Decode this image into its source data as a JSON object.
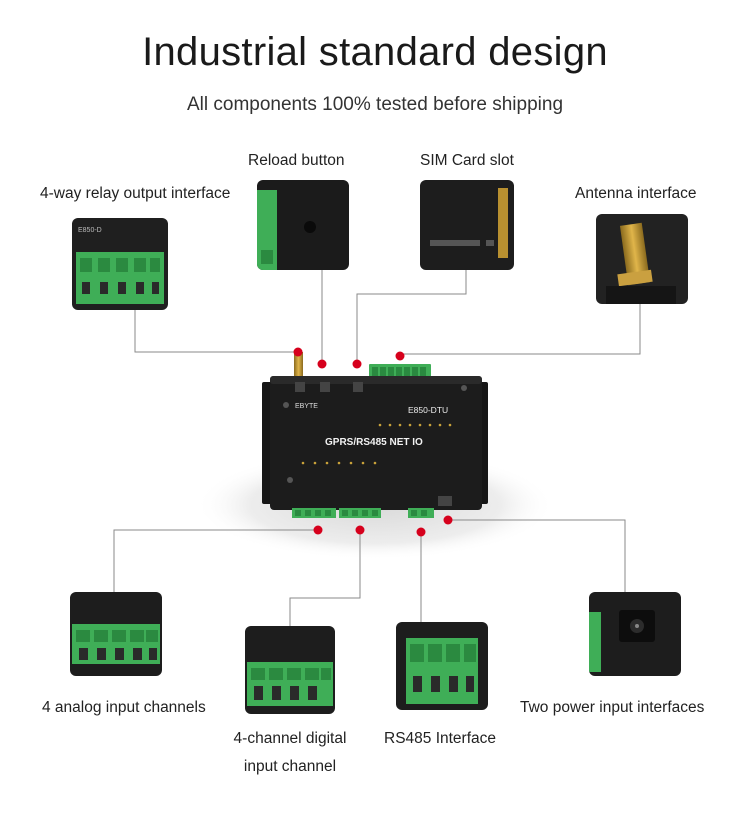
{
  "heading": {
    "title": "Industrial standard design",
    "subtitle": "All components 100% tested before shipping"
  },
  "callouts": {
    "reload": "Reload button",
    "sim": "SIM Card slot",
    "relay": "4-way relay output interface",
    "antenna": "Antenna interface",
    "analog": "4 analog input channels",
    "digital": "4-channel digital input channel",
    "rs485": "RS485 Interface",
    "power": "Two power input interfaces"
  },
  "device": {
    "brand": "EBYTE",
    "model": "E850-DTU",
    "name": "GPRS/RS485 NET IO",
    "relay_photo_text": "E850-D"
  },
  "colors": {
    "marker": "#d6001c",
    "leader": "#8a8a8a",
    "terminal_green": "#3fae57",
    "device_body": "#1c1c1c"
  }
}
